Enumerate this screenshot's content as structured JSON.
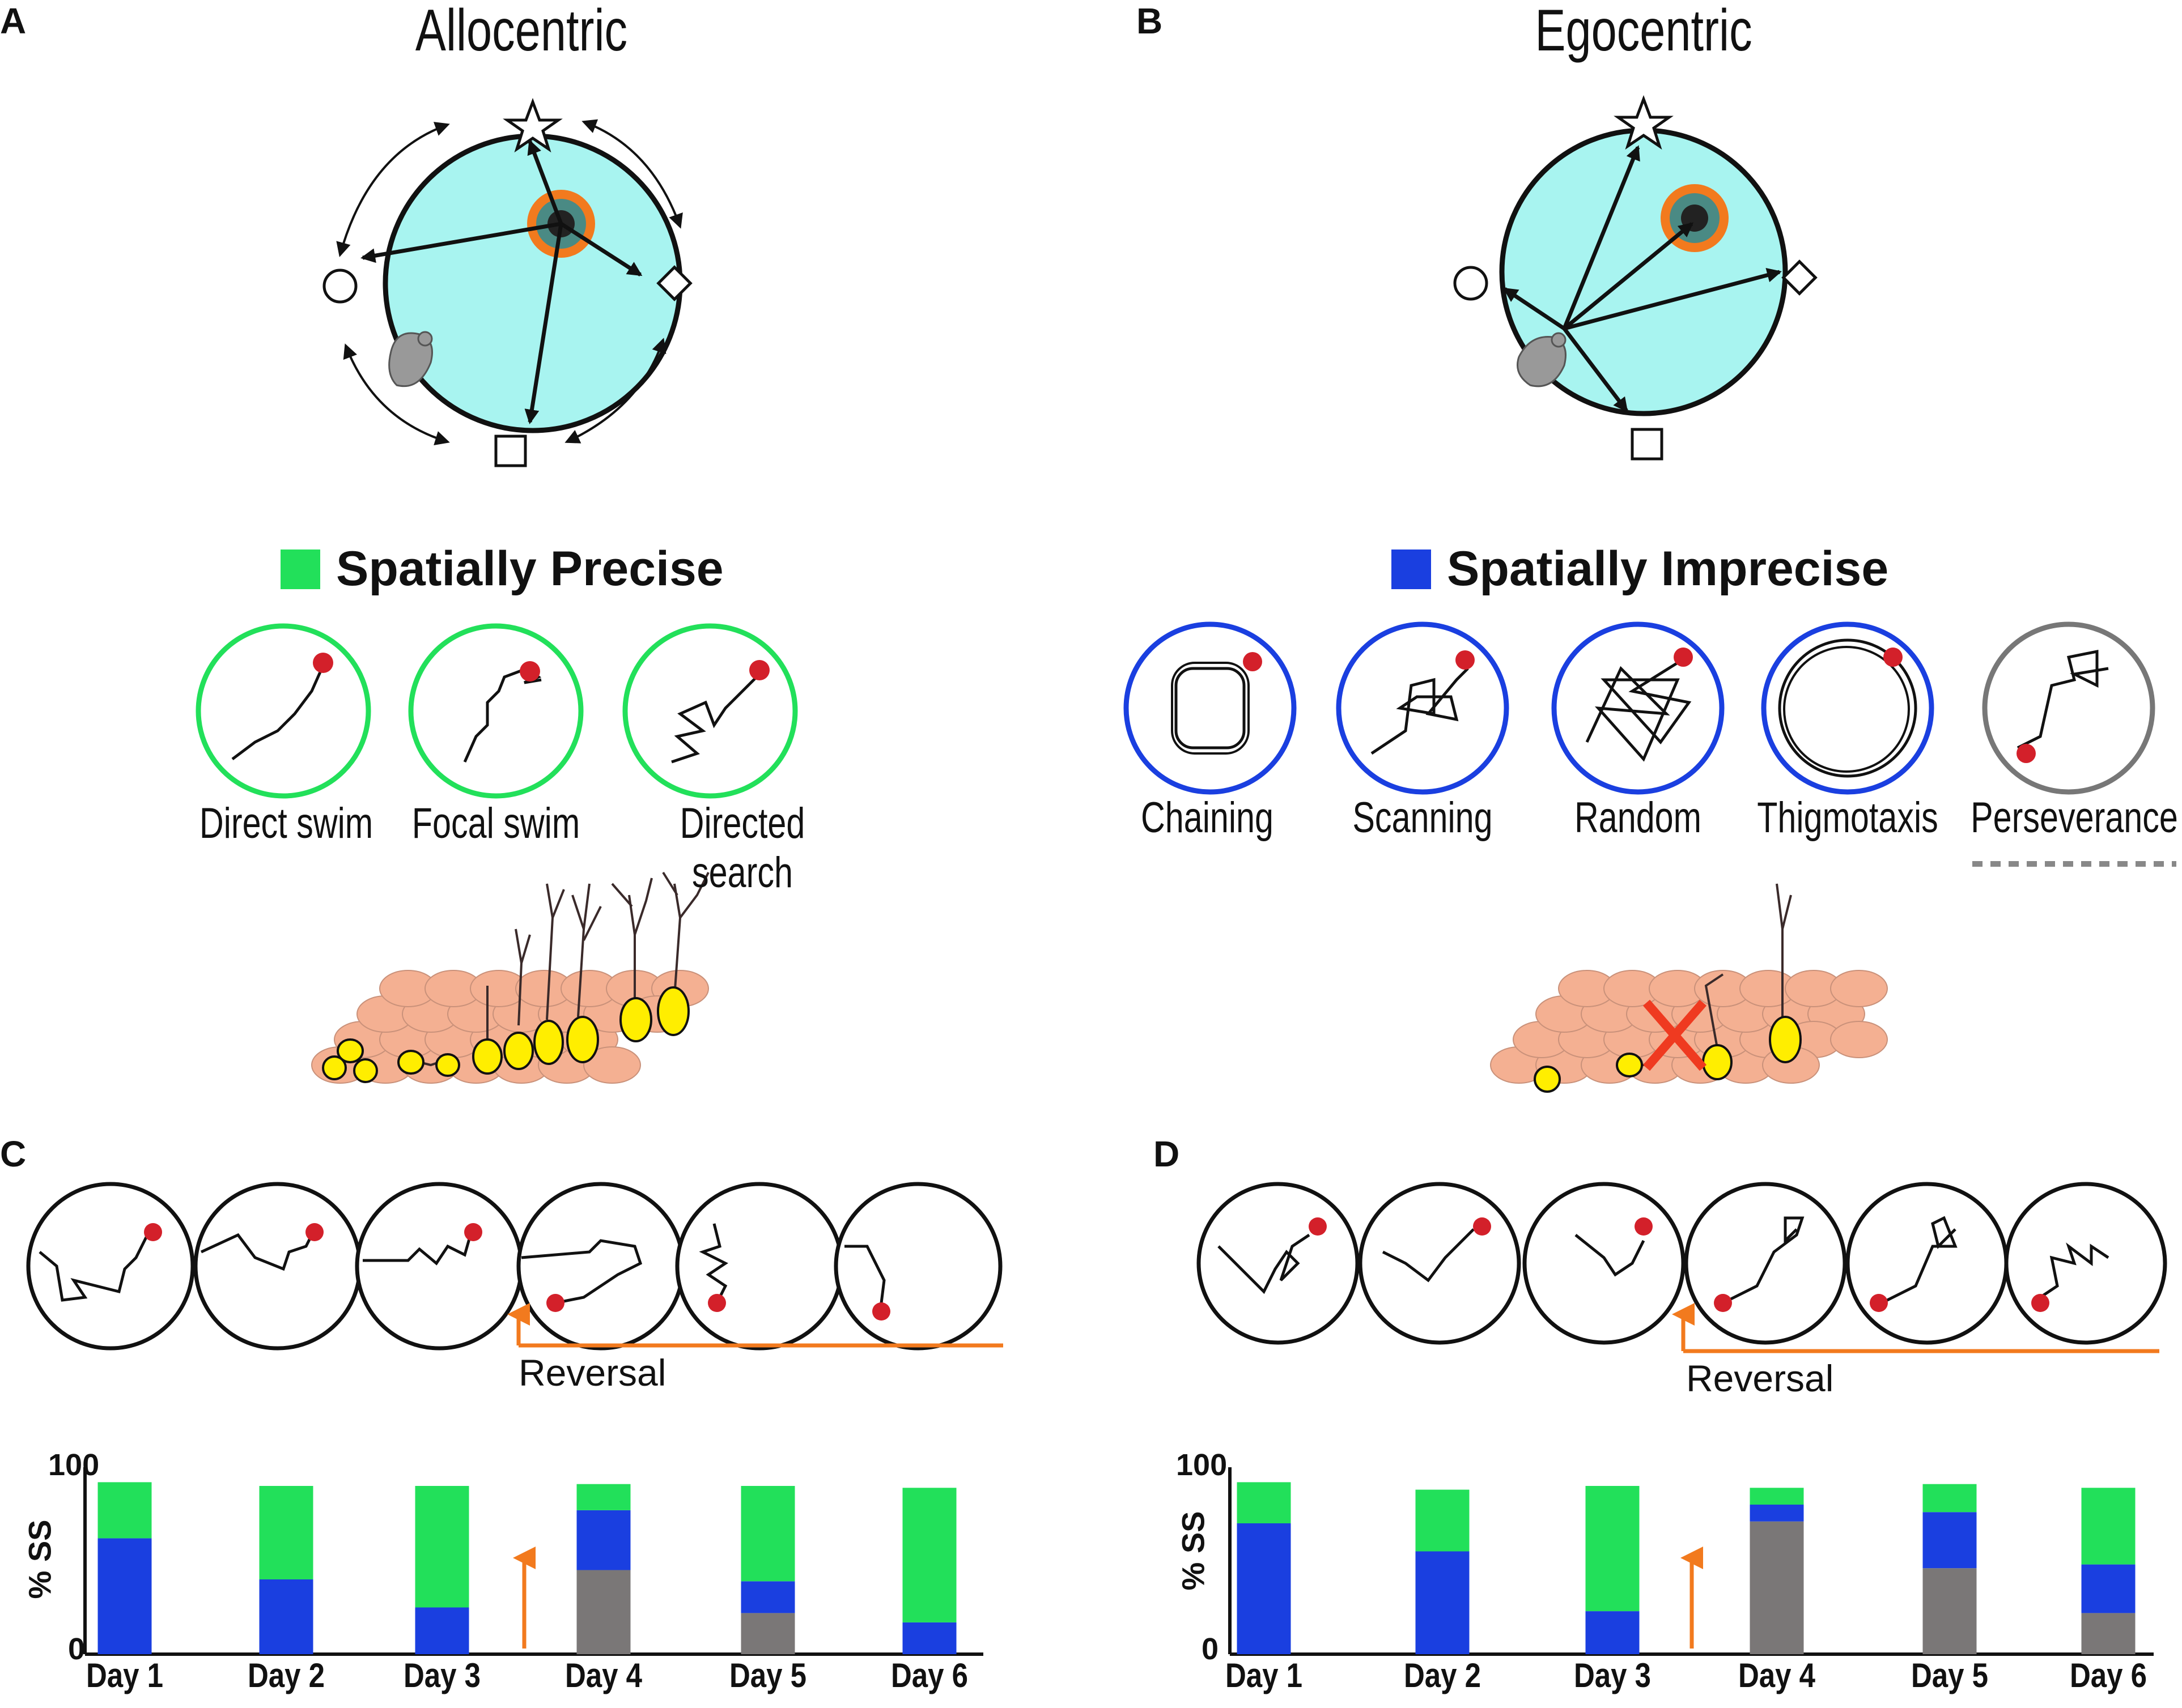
{
  "panels": {
    "a": {
      "letter": "A",
      "title": "Allocentric"
    },
    "b": {
      "letter": "B",
      "title": "Egocentric"
    },
    "c": {
      "letter": "C"
    },
    "d": {
      "letter": "D"
    }
  },
  "legend": {
    "precise": {
      "label": "Spatially Precise",
      "color": "#22e05a"
    },
    "imprecise": {
      "label": "Spatially Imprecise",
      "color": "#1a3fe0"
    }
  },
  "strategies": {
    "precise": [
      "Direct swim",
      "Focal swim",
      "Directed search"
    ],
    "imprecise": [
      "Chaining",
      "Scanning",
      "Random",
      "Thigmotaxis",
      "Perseverance"
    ]
  },
  "colors": {
    "pool": "#a8f4f0",
    "platform_ring": "#f27a1e",
    "goal": "#d3202a",
    "green": "#22e05a",
    "blue": "#1a3fe0",
    "gray": "#7a7777",
    "neuron_bg": "#f4b092",
    "neuron_cell": "#ffee00",
    "orange": "#f27a1e"
  },
  "reversal_label": "Reversal",
  "chart_c": {
    "ylabel": "% SS",
    "yticks": [
      "100",
      "0"
    ],
    "days": [
      "Day 1",
      "Day 2",
      "Day 3",
      "Day 4",
      "Day 5",
      "Day 6"
    ]
  },
  "chart_d": {
    "ylabel": "% SS",
    "yticks": [
      "100",
      "0"
    ],
    "days": [
      "Day 1",
      "Day 2",
      "Day 3",
      "Day 4",
      "Day 5",
      "Day 6"
    ]
  },
  "chart_data": [
    {
      "type": "bar",
      "stacked": true,
      "categories": [
        "Day 1",
        "Day 2",
        "Day 3",
        "Day 4",
        "Day 5",
        "Day 6"
      ],
      "series": [
        {
          "values": [
            0,
            0,
            0,
            45,
            22,
            0
          ],
          "color": "#7a7777"
        },
        {
          "values": [
            62,
            40,
            25,
            32,
            17,
            17
          ],
          "color": "#1a3fe0"
        },
        {
          "values": [
            30,
            50,
            65,
            14,
            51,
            72
          ],
          "color": "#22e05a"
        }
      ],
      "ylabel": "% SS",
      "ylim": [
        0,
        100
      ],
      "annotation": "reversal arrow between Day 3 and Day 4"
    },
    {
      "type": "bar",
      "stacked": true,
      "categories": [
        "Day 1",
        "Day 2",
        "Day 3",
        "Day 4",
        "Day 5",
        "Day 6"
      ],
      "series": [
        {
          "values": [
            0,
            0,
            0,
            71,
            46,
            22
          ],
          "color": "#7a7777"
        },
        {
          "values": [
            70,
            55,
            23,
            9,
            30,
            26
          ],
          "color": "#1a3fe0"
        },
        {
          "values": [
            22,
            33,
            67,
            9,
            15,
            41
          ],
          "color": "#22e05a"
        }
      ],
      "ylabel": "% SS",
      "ylim": [
        0,
        100
      ],
      "annotation": "reversal arrow between Day 3 and Day 4"
    }
  ]
}
